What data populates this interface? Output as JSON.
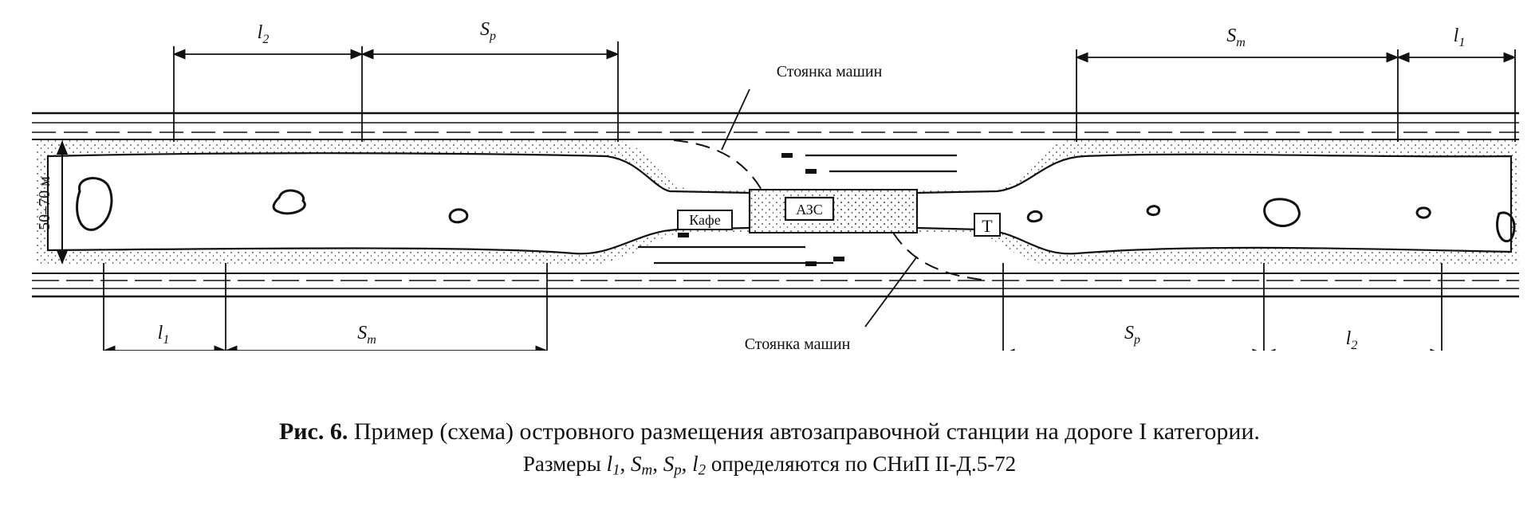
{
  "labels": {
    "parking_top": "Стоянка машин",
    "parking_bottom": "Стоянка машин",
    "cafe": "Кафе",
    "gas_station": "АЗС",
    "t_box": "Т",
    "width_dim": "50–70 м"
  },
  "dimensions": {
    "top_left": [
      {
        "main": "l",
        "sub": "2"
      },
      {
        "main": "S",
        "sub": "р"
      }
    ],
    "top_right": [
      {
        "main": "S",
        "sub": "т"
      },
      {
        "main": "l",
        "sub": "1"
      }
    ],
    "bottom_left": [
      {
        "main": "l",
        "sub": "1"
      },
      {
        "main": "S",
        "sub": "т"
      }
    ],
    "bottom_right": [
      {
        "main": "S",
        "sub": "р"
      },
      {
        "main": "l",
        "sub": "2"
      }
    ]
  },
  "caption": {
    "figure_label": "Рис. 6.",
    "line1": "Пример (схема) островного размещения автозаправочной станции на дороге I категории.",
    "line2_prefix": "Размеры ",
    "vars": [
      {
        "main": "l",
        "sub": "1"
      },
      {
        "main": "S",
        "sub": "т"
      },
      {
        "main": "S",
        "sub": "р"
      },
      {
        "main": "l",
        "sub": "2"
      }
    ],
    "line2_suffix": " определяются по СНиП II-Д.5-72"
  }
}
